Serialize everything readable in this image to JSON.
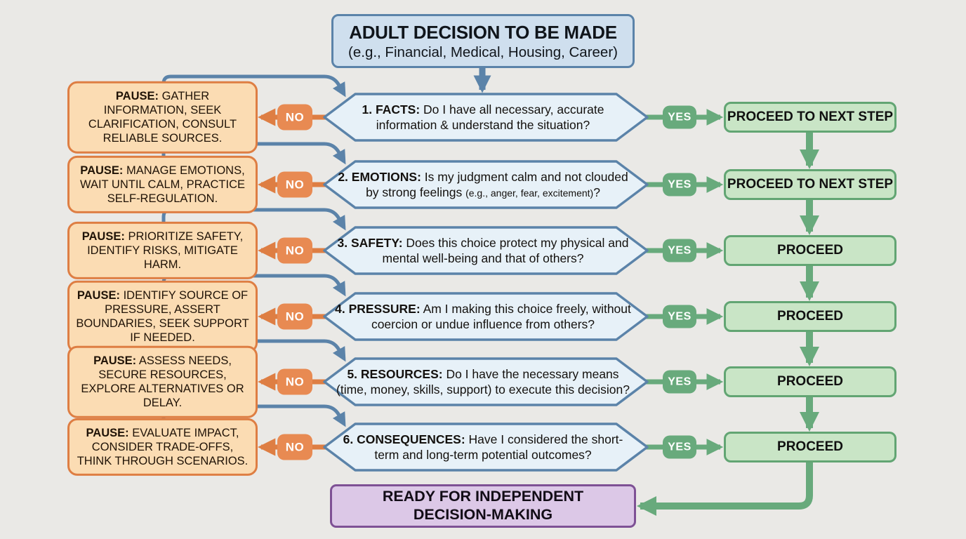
{
  "title": {
    "line1": "ADULT DECISION TO BE MADE",
    "line2": "(e.g., Financial, Medical, Housing, Career)"
  },
  "rows": [
    {
      "pause_bold": "PAUSE:",
      "pause_text": " GATHER INFORMATION, SEEK CLARIFICATION, CONSULT RELIABLE SOURCES.",
      "no": "NO",
      "q_bold": "1. FACTS:",
      "q_text": " Do I have all necessary, accurate information & understand the situation?",
      "yes": "YES",
      "proceed": "PROCEED TO NEXT STEP"
    },
    {
      "pause_bold": "PAUSE:",
      "pause_text": " MANAGE EMOTIONS, WAIT UNTIL CALM, PRACTICE SELF-REGULATION.",
      "no": "NO",
      "q_bold": "2. EMOTIONS:",
      "q_text": " Is my judgment calm and not clouded by strong feelings ",
      "q_small": "(e.g., anger, fear, excitement)",
      "q_tail": "?",
      "yes": "YES",
      "proceed": "PROCEED TO NEXT STEP"
    },
    {
      "pause_bold": "PAUSE:",
      "pause_text": " PRIORITIZE SAFETY, IDENTIFY RISKS, MITIGATE HARM.",
      "no": "NO",
      "q_bold": "3. SAFETY:",
      "q_text": " Does this choice protect my physical and mental well-being and that of others?",
      "yes": "YES",
      "proceed": "PROCEED"
    },
    {
      "pause_bold": "PAUSE:",
      "pause_text": " IDENTIFY SOURCE OF PRESSURE, ASSERT BOUNDARIES, SEEK SUPPORT IF NEEDED.",
      "no": "NO",
      "q_bold": "4. PRESSURE:",
      "q_text": " Am I making this choice freely, without coercion or undue influence from others?",
      "yes": "YES",
      "proceed": "PROCEED"
    },
    {
      "pause_bold": "PAUSE:",
      "pause_text": " ASSESS NEEDS, SECURE RESOURCES, EXPLORE ALTERNATIVES OR DELAY.",
      "no": "NO",
      "q_bold": "5. RESOURCES:",
      "q_text": " Do I have the necessary means (time, money, skills, support) to execute this decision?",
      "yes": "YES",
      "proceed": "PROCEED"
    },
    {
      "pause_bold": "PAUSE:",
      "pause_text": " EVALUATE IMPACT, CONSIDER TRADE-OFFS, THINK THROUGH SCENARIOS.",
      "no": "NO",
      "q_bold": "6. CONSEQUENCES:",
      "q_text": " Have I considered the short-term and long-term potential outcomes?",
      "yes": "YES",
      "proceed": "PROCEED"
    }
  ],
  "final": {
    "line1": "READY FOR INDEPENDENT",
    "line2": "DECISION-MAKING"
  },
  "colors": {
    "background": "#eae9e6",
    "blue_border": "#5b83a9",
    "blue_fill": "#cfdfee",
    "hexagon_fill": "#e7f1f8",
    "orange_border": "#de7e43",
    "orange_fill": "#fbdcb3",
    "no_pill": "#e88a52",
    "green_arrow": "#68aa7c",
    "green_fill": "#c9e5c6",
    "green_border": "#62a573",
    "purple_border": "#7e5195",
    "purple_fill": "#dcc8e7"
  }
}
